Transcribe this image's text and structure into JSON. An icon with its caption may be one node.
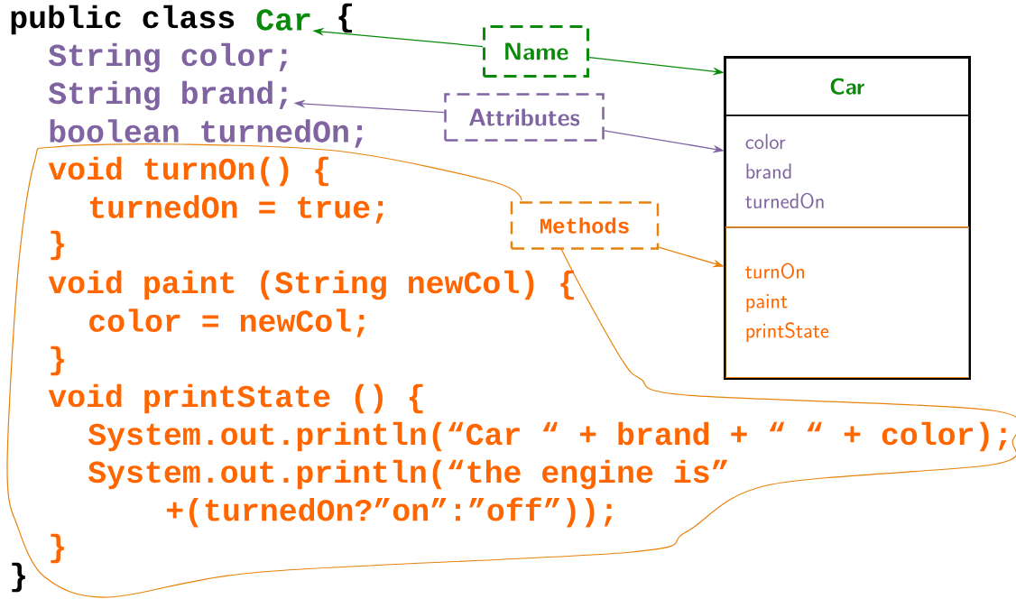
{
  "diagram": {
    "nodes": [
      {
        "text": [
          "Car"
        ]
      },
      {
        "text": [
          "Name"
        ]
      },
      {
        "text": [],
        "shape": "box"
      },
      {
        "text": [
          "Car"
        ],
        "in": 2
      },
      {
        "text": [
          "String brand;"
        ]
      },
      {
        "text": [
          "Attributes"
        ]
      },
      {
        "text": [
          "color",
          "brand",
          "turnedOn"
        ],
        "in": 2
      },
      {
        "text": [
          "Methods"
        ]
      },
      {
        "text": [
          "turnOn",
          "paint",
          "printState"
        ],
        "in": 2
      }
    ],
    "edges": [
      {
        "from": 1,
        "to": 0,
        "arrow": "to",
        "color": "#0a8a0a"
      },
      {
        "from": 1,
        "to": 3,
        "arrow": "to",
        "color": "#0a8a0a"
      },
      {
        "from": 5,
        "to": 4,
        "arrow": "to",
        "color": "#8064a2"
      },
      {
        "from": 5,
        "to": 6,
        "arrow": "to",
        "color": "#8064a2"
      },
      {
        "from": 7,
        "to": 8,
        "arrow": "to",
        "color": "#e8820c"
      }
    ],
    "labels": [
      "public class",
      "{",
      "String color;",
      "boolean turnedOn;",
      "void turnOn() {",
      "turnedOn = true;",
      "}",
      "void paint (String newCol) {",
      "color = newCol;",
      "}",
      "void printState () {",
      "System.out.println(“Car “ + brand + “ “ + color);",
      "System.out.println(“the engine is”",
      "+(turnedOn?”on”:”off”));",
      "}",
      "}"
    ]
  }
}
